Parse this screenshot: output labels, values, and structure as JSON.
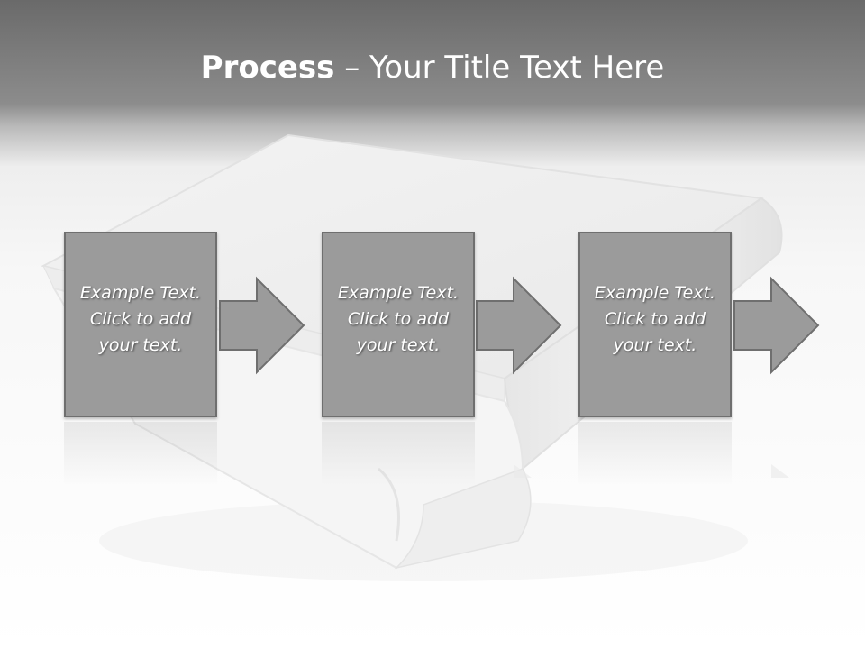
{
  "slide": {
    "title_bold": "Process",
    "title_dash": " – ",
    "title_rest": "Your Title Text Here"
  },
  "steps": [
    {
      "text": "Example Text.\nClick  to add\nyour text."
    },
    {
      "text": "Example Text.\nClick  to add\nyour text."
    },
    {
      "text": "Example Text.\nClick  to add\nyour text."
    }
  ],
  "colors": {
    "header_dark": "#6a6a6a",
    "box_fill": "#9b9b9b",
    "box_border": "#6f6f6f",
    "text": "#ffffff"
  }
}
